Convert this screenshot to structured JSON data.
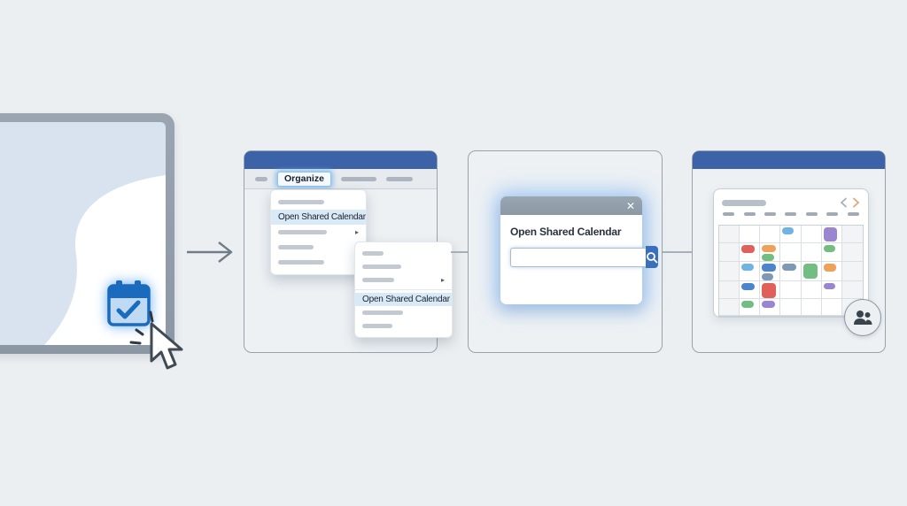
{
  "colors": {
    "background": "#ECEFF1",
    "title_bar_blue": "#3C62A8",
    "accent_blue": "#3A6FC0",
    "highlight_blue": "#D9E9F6",
    "dialog_header_gray": "#8E9BA8",
    "monitor_frame_gray": "#929DA9",
    "events": {
      "skyblue": "#6FB4E3",
      "blue": "#4C84CE",
      "slate": "#7E98B6",
      "green": "#72BE82",
      "red": "#E0605A",
      "orange": "#F0A159",
      "purple": "#9A85D0"
    }
  },
  "step_monitor": {
    "icon": "calendar-check-icon",
    "cursor": "mouse-pointer"
  },
  "flow": {
    "arrow_icon": "right-arrow"
  },
  "step_menu": {
    "menubar": [
      {
        "type": "dash",
        "w": 14
      },
      {
        "type": "tab",
        "name": "tab-organize",
        "label": "Organize",
        "active": true
      },
      {
        "type": "dash",
        "w": 40
      },
      {
        "type": "dash",
        "w": 30
      }
    ],
    "dropdown1": [
      {
        "type": "dash",
        "w": 52
      },
      {
        "type": "item",
        "name": "menu-item-open-shared-calendar",
        "label": "Open Shared Calendar",
        "highlighted": true
      },
      {
        "type": "dash",
        "w": 55,
        "submenu": true
      },
      {
        "type": "dash",
        "w": 40
      },
      {
        "type": "dash",
        "w": 52
      }
    ],
    "dropdown2": [
      {
        "type": "dash",
        "w": 24
      },
      {
        "type": "dash",
        "w": 44
      },
      {
        "type": "dash",
        "w": 36,
        "submenu": true
      },
      {
        "type": "separator"
      },
      {
        "type": "item",
        "name": "menu-item-open-shared-calendar",
        "label": "Open Shared Calendar",
        "highlighted": true
      },
      {
        "type": "dash",
        "w": 46
      },
      {
        "type": "dash",
        "w": 34
      }
    ],
    "submenu_arrow_glyph": "▸"
  },
  "step_dialog": {
    "title": "Open Shared Calendar",
    "close_glyph": "✕",
    "search_value": "",
    "search_button_icon": "search-icon"
  },
  "step_calendar": {
    "columns": 7,
    "rows": 5,
    "shaded_columns": [
      0,
      6
    ],
    "nav": {
      "prev_icon": "chevron-left-icon",
      "next_icon": "chevron-right-icon"
    },
    "events": [
      {
        "r": 0,
        "c": 3,
        "color": "skyblue",
        "w": 72,
        "h": 8
      },
      {
        "r": 0,
        "c": 5,
        "color": "purple",
        "w": 86,
        "h": 16
      },
      {
        "r": 1,
        "c": 1,
        "color": "red",
        "w": 82,
        "h": 9
      },
      {
        "r": 1,
        "c": 2,
        "color": "orange",
        "w": 86,
        "h": 8
      },
      {
        "r": 1,
        "c": 2,
        "color": "green",
        "w": 76,
        "h": 8
      },
      {
        "r": 1,
        "c": 5,
        "color": "green",
        "w": 76,
        "h": 8
      },
      {
        "r": 2,
        "c": 1,
        "color": "skyblue",
        "w": 76,
        "h": 8
      },
      {
        "r": 2,
        "c": 2,
        "color": "blue",
        "w": 86,
        "h": 9
      },
      {
        "r": 2,
        "c": 2,
        "color": "slate",
        "w": 70,
        "h": 8
      },
      {
        "r": 2,
        "c": 3,
        "color": "slate",
        "w": 86,
        "h": 8
      },
      {
        "r": 2,
        "c": 4,
        "color": "green",
        "w": 88,
        "h": 17
      },
      {
        "r": 2,
        "c": 5,
        "color": "orange",
        "w": 80,
        "h": 9
      },
      {
        "r": 3,
        "c": 1,
        "color": "blue",
        "w": 80,
        "h": 8
      },
      {
        "r": 3,
        "c": 2,
        "color": "red",
        "w": 88,
        "h": 17
      },
      {
        "r": 3,
        "c": 5,
        "color": "purple",
        "w": 74,
        "h": 7
      },
      {
        "r": 4,
        "c": 1,
        "color": "green",
        "w": 76,
        "h": 8
      },
      {
        "r": 4,
        "c": 2,
        "color": "purple",
        "w": 80,
        "h": 8
      }
    ],
    "badge_icon": "people-icon"
  }
}
